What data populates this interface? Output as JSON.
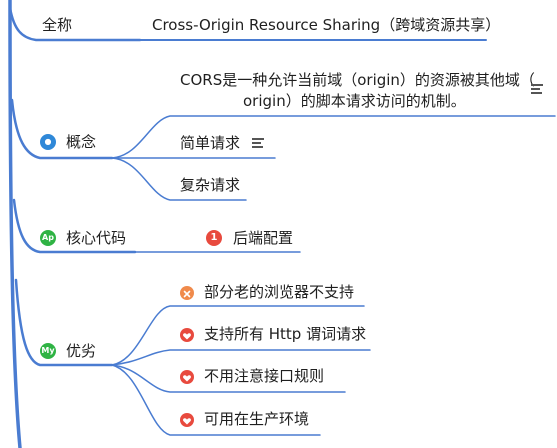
{
  "root": {
    "full_name": {
      "label": "全称",
      "value": "Cross-Origin Resource Sharing（跨域资源共享）"
    },
    "concept": {
      "label": "概念",
      "definition_line1": "CORS是一种允许当前域（origin）的资源被其他域（",
      "definition_line2": "origin）的脚本请求访问的机制。",
      "simple_request": "简单请求",
      "complex_request": "复杂请求"
    },
    "core_code": {
      "label": "核心代码",
      "backend": "后端配置"
    },
    "pros_cons": {
      "label": "优劣",
      "items": [
        "部分老的浏览器不支持",
        "支持所有 Http 谓词请求",
        "不用注意接口规则",
        "可用在生产环境"
      ]
    }
  },
  "colors": {
    "line": "#4a7cd1",
    "badge_blue": "#2f88d8",
    "badge_green": "#2fb344",
    "priority_red": "#e84a3e",
    "cross_orange": "#f08a4b"
  }
}
